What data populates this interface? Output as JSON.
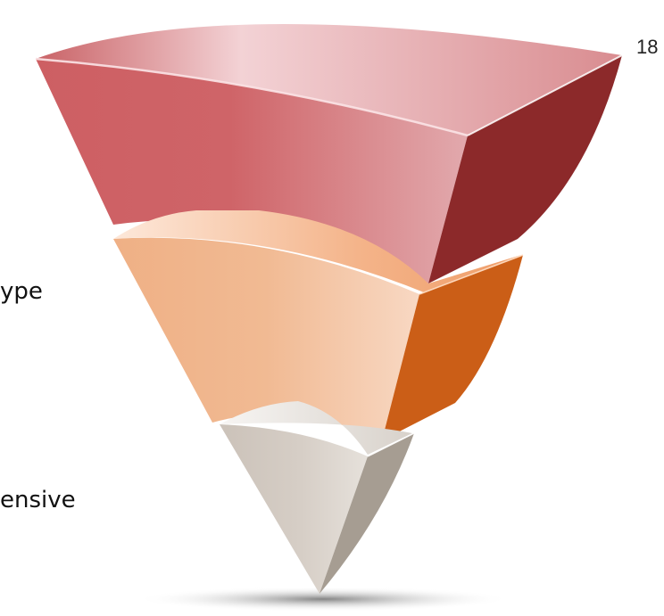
{
  "slide": {
    "page_number": "18",
    "labels": [
      "ype",
      "ensive"
    ]
  },
  "colors": {
    "top_front_dark": "#cd5f63",
    "top_front_light": "#dc9ba0",
    "top_top_light": "#f3d2d5",
    "top_side": "#8c292a",
    "mid_front_dark": "#f0b489",
    "mid_front_light": "#f7d4bd",
    "mid_top": "#f2a977",
    "mid_side": "#cb5e17",
    "bottom_front_dark": "#cfc6bd",
    "bottom_front_light": "#e3ddd6",
    "bottom_top": "#ebe8e4",
    "bottom_side": "#a69d92",
    "shadow": "#7a7a7a"
  }
}
